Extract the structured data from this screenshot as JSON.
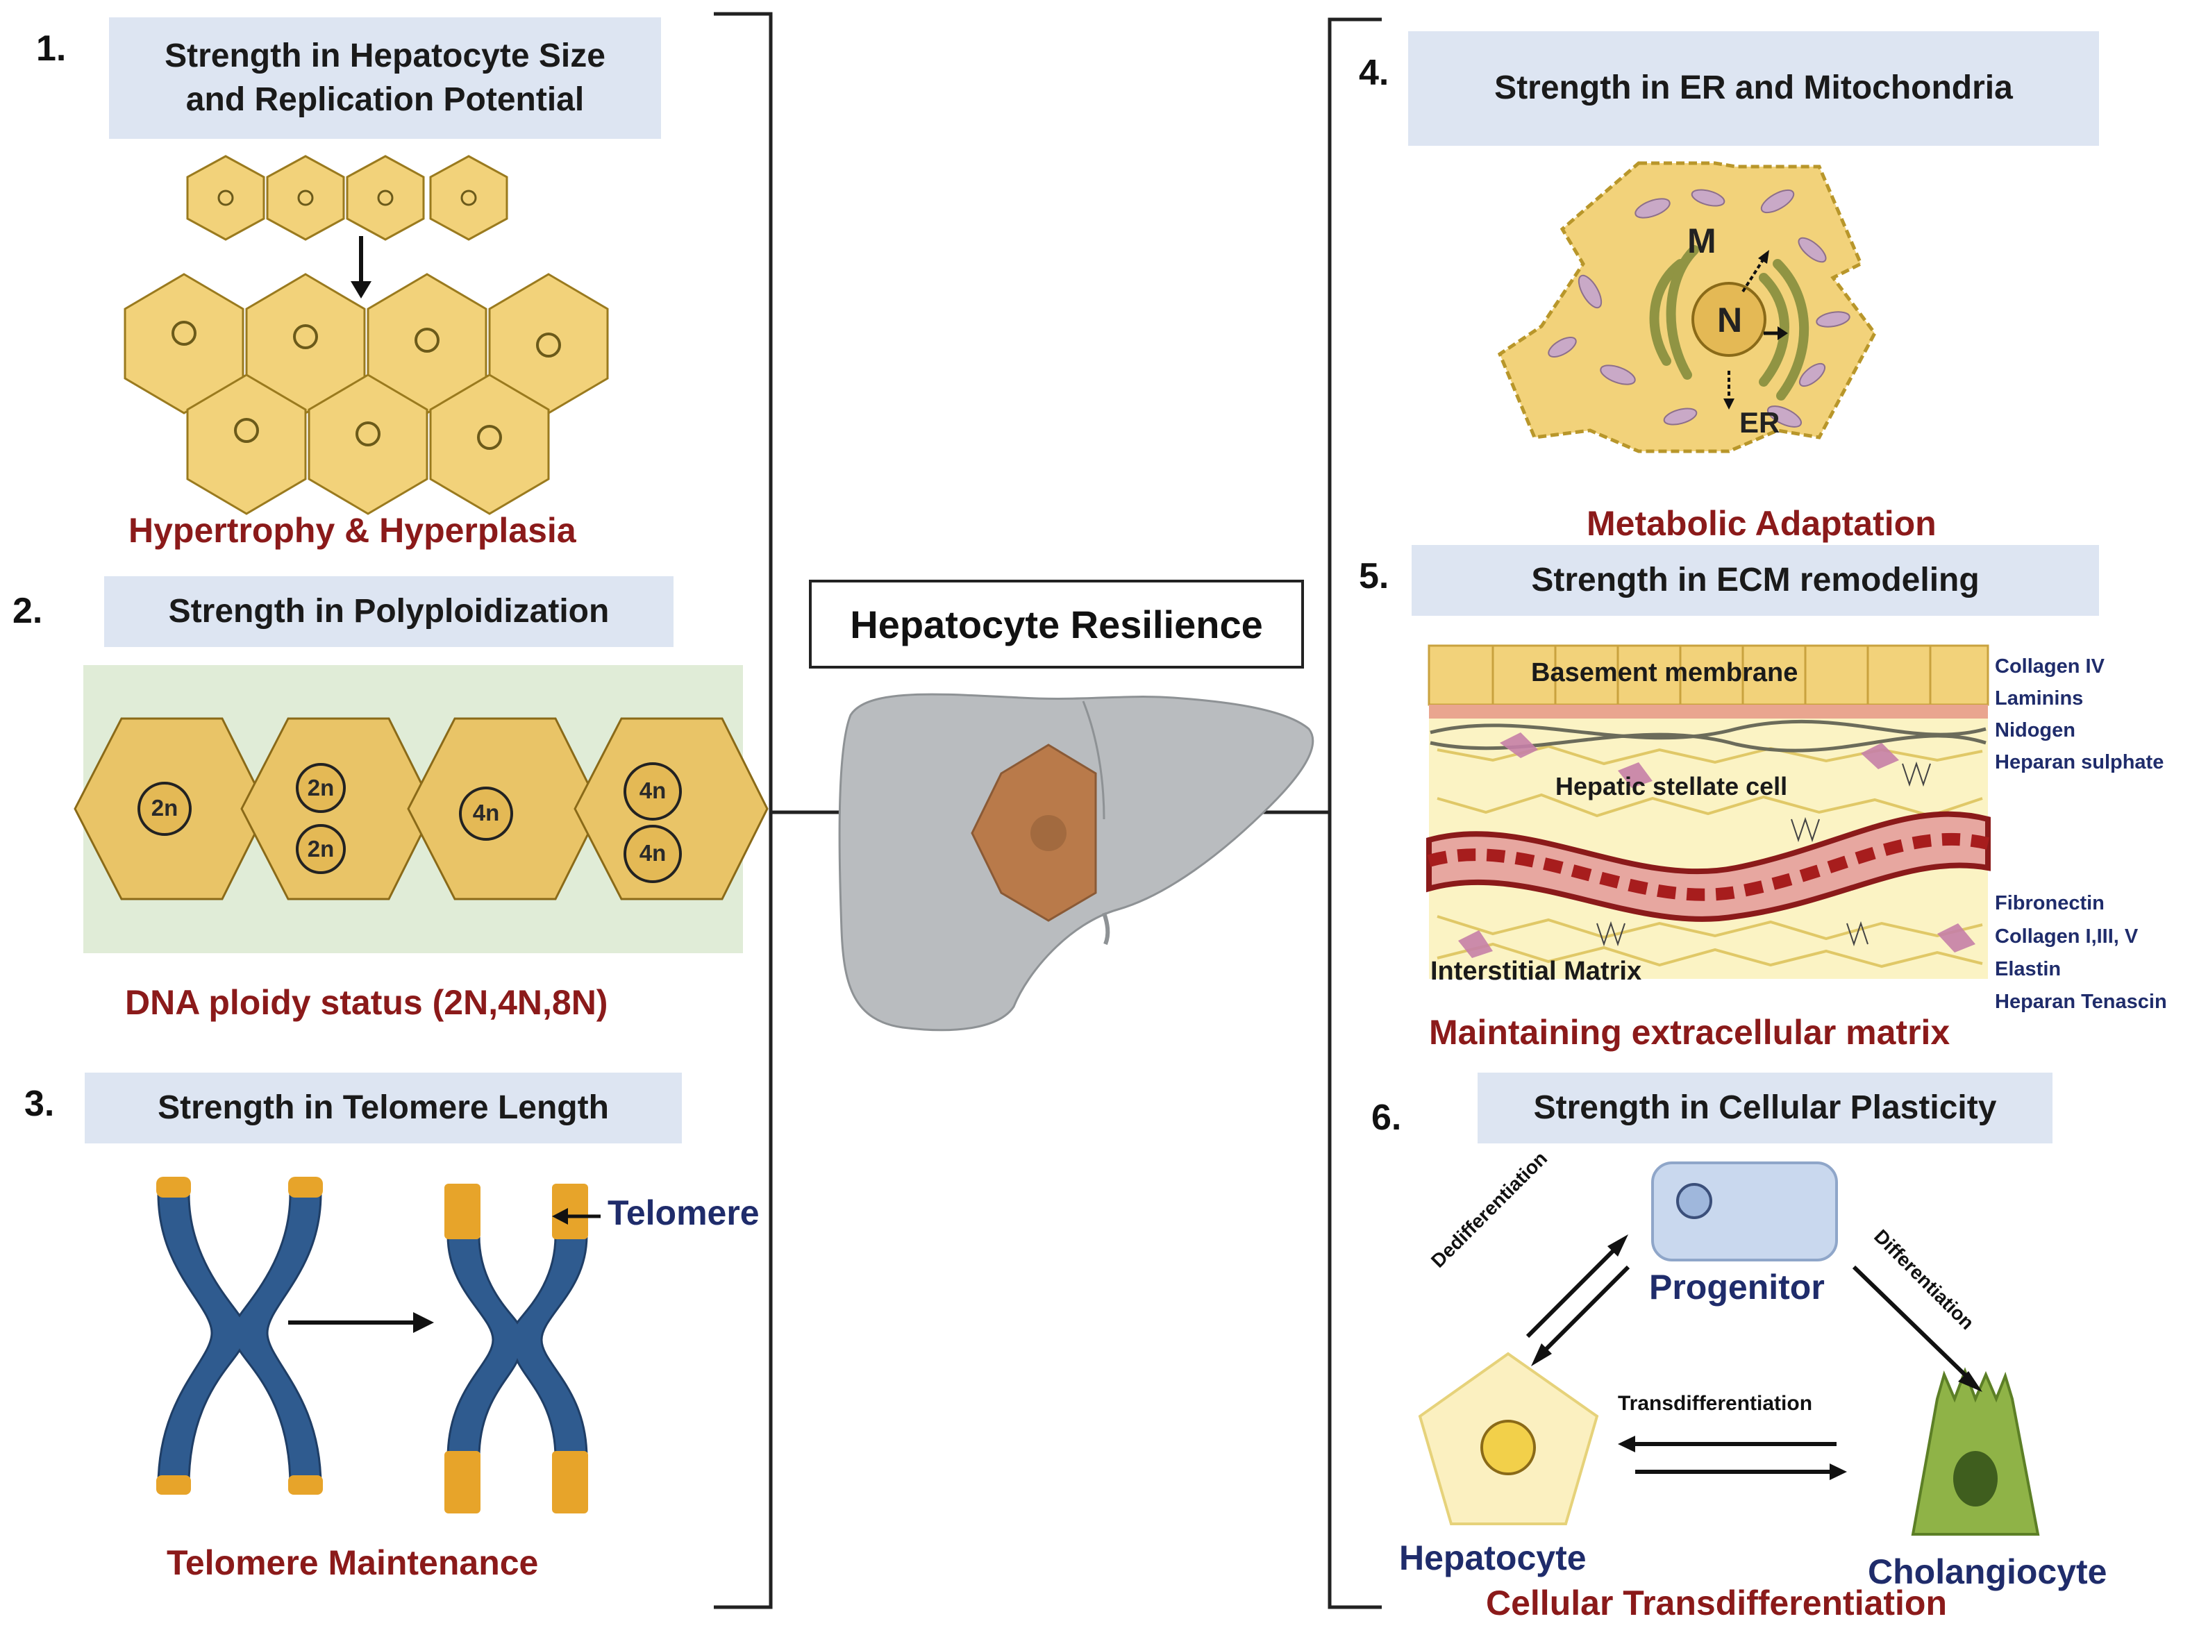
{
  "center": {
    "title": "Hepatocyte Resilience"
  },
  "panels": [
    {
      "number": "1.",
      "title_line1": "Strength in Hepatocyte Size",
      "title_line2": "and Replication Potential",
      "caption": "Hypertrophy & Hyperplasia"
    },
    {
      "number": "2.",
      "title": "Strength in Polyploidization",
      "caption": "DNA ploidy status (2N,4N,8N)",
      "ploidy_labels": [
        "2n",
        "2n",
        "2n",
        "4n",
        "4n",
        "4n"
      ]
    },
    {
      "number": "3.",
      "title": "Strength in Telomere Length",
      "caption": "Telomere Maintenance",
      "telomere_label": "Telomere"
    },
    {
      "number": "4.",
      "title": "Strength in ER and Mitochondria",
      "caption": "Metabolic Adaptation",
      "organelles": {
        "m": "M",
        "n": "N",
        "er": "ER"
      }
    },
    {
      "number": "5.",
      "title": "Strength in ECM remodeling",
      "caption": "Maintaining extracellular matrix",
      "basement": "Basement membrane",
      "stellate": "Hepatic stellate cell",
      "interstitial": "Interstitial Matrix",
      "components_top": [
        "Collagen IV",
        "Laminins",
        "Nidogen",
        "Heparan sulphate"
      ],
      "components_bottom": [
        "Fibronectin",
        "Collagen I,III, V",
        "Elastin",
        "Heparan Tenascin"
      ]
    },
    {
      "number": "6.",
      "title": "Strength in Cellular Plasticity",
      "caption": "Cellular Transdifferentiation",
      "progenitor": "Progenitor",
      "hepatocyte": "Hepatocyte",
      "cholangiocyte": "Cholangiocyte",
      "dedifferentiation": "Dedifferentiation",
      "differentiation": "Differentiation",
      "transdifferentiation": "Transdifferentiation"
    }
  ],
  "colors": {
    "hepatocyte": "#f2d27a",
    "hex_stroke": "#9a7a1e",
    "banner": "#dde5f2",
    "caption": "#8b1a1a",
    "chromosome": "#2f5b8f",
    "telomere": "#e7a42a",
    "liver": "#b9bcbf",
    "liver_core": "#b97a4a",
    "label_blue": "#1f2c6b"
  }
}
